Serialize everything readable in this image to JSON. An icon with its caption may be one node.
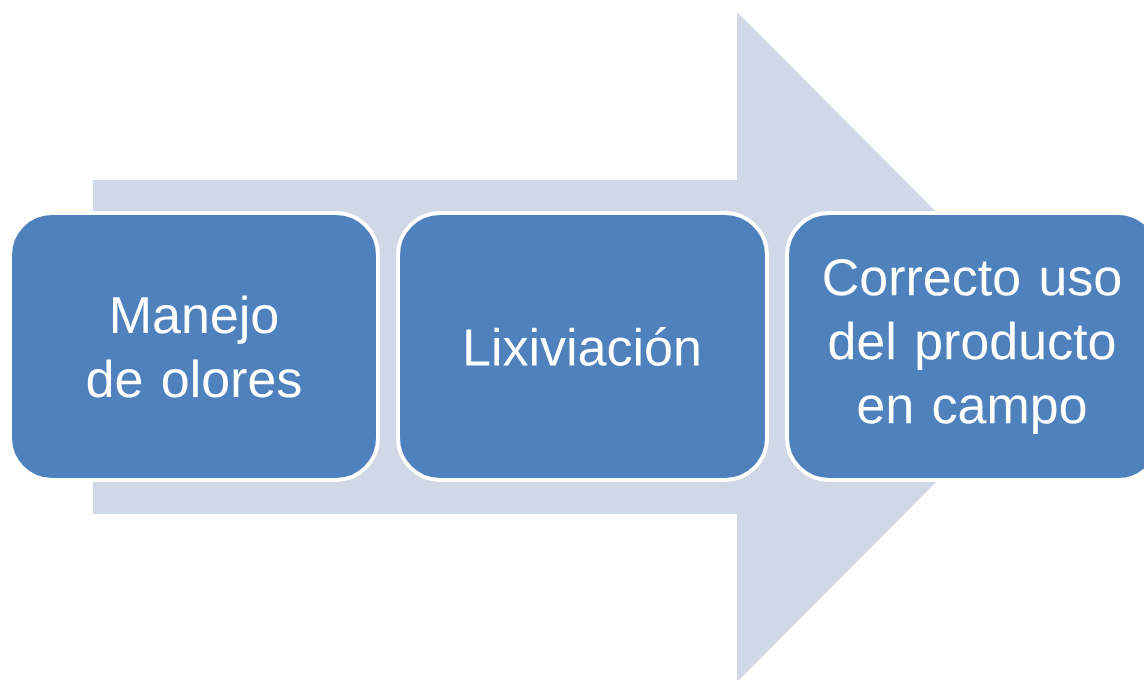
{
  "diagram": {
    "nodes": [
      {
        "text": [
          "Manejo de olores"
        ]
      },
      {
        "text": [
          "Lixiviación"
        ]
      },
      {
        "text": [
          "Correcto uso del producto en campo"
        ]
      }
    ],
    "edges": [
      {
        "from": 0,
        "to": 2,
        "arrow": "to"
      }
    ]
  }
}
